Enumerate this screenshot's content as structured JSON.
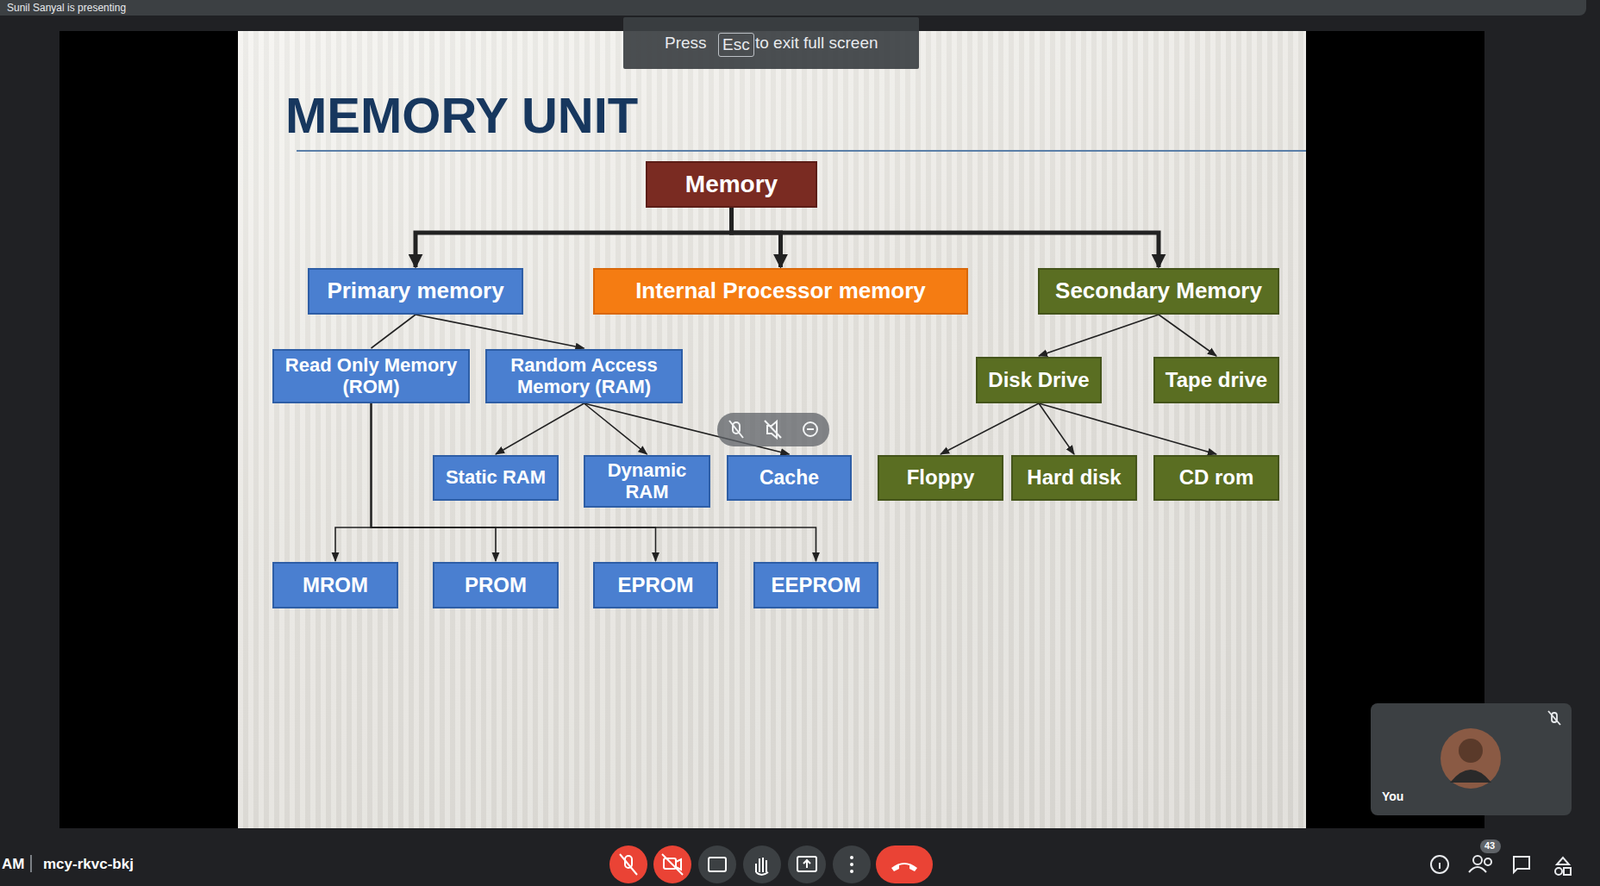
{
  "diagram": {
    "title": "MEMORY UNIT",
    "nodes": [
      {
        "text": [
          "Memory"
        ]
      },
      {
        "text": [
          "Primary memory"
        ]
      },
      {
        "text": [
          "Internal Processor memory"
        ]
      },
      {
        "text": [
          "Secondary Memory"
        ]
      },
      {
        "text": [
          "Read Only Memory (ROM)"
        ]
      },
      {
        "text": [
          "Random Access Memory (RAM)"
        ]
      },
      {
        "text": [
          "Disk Drive"
        ]
      },
      {
        "text": [
          "Tape drive"
        ]
      },
      {
        "text": [
          "Static RAM"
        ]
      },
      {
        "text": [
          "Dynamic RAM"
        ]
      },
      {
        "text": [
          "Cache"
        ]
      },
      {
        "text": [
          "Floppy"
        ]
      },
      {
        "text": [
          "Hard disk"
        ]
      },
      {
        "text": [
          "CD rom"
        ]
      },
      {
        "text": [
          "MROM"
        ]
      },
      {
        "text": [
          "PROM"
        ]
      },
      {
        "text": [
          "EPROM"
        ]
      },
      {
        "text": [
          "EEPROM"
        ]
      }
    ],
    "edges": [
      {
        "from": 0,
        "to": 1,
        "arrow": "to"
      },
      {
        "from": 0,
        "to": 2,
        "arrow": "to"
      },
      {
        "from": 0,
        "to": 3,
        "arrow": "to"
      },
      {
        "from": 1,
        "to": 4,
        "arrow": "none"
      },
      {
        "from": 1,
        "to": 5,
        "arrow": "to"
      },
      {
        "from": 3,
        "to": 6,
        "arrow": "to"
      },
      {
        "from": 3,
        "to": 7,
        "arrow": "to"
      },
      {
        "from": 5,
        "to": 8,
        "arrow": "to"
      },
      {
        "from": 5,
        "to": 9,
        "arrow": "to"
      },
      {
        "from": 5,
        "to": 10,
        "arrow": "to"
      },
      {
        "from": 6,
        "to": 11,
        "arrow": "to"
      },
      {
        "from": 6,
        "to": 12,
        "arrow": "to"
      },
      {
        "from": 6,
        "to": 13,
        "arrow": "to"
      },
      {
        "from": 4,
        "to": 14,
        "arrow": "to"
      },
      {
        "from": 4,
        "to": 15,
        "arrow": "to"
      },
      {
        "from": 4,
        "to": 16,
        "arrow": "to"
      },
      {
        "from": 4,
        "to": 17,
        "arrow": "to"
      }
    ],
    "labels": [
      "Sunil Sanyal is presenting",
      "Press",
      "Esc",
      "to exit full screen",
      "AM",
      "mcy-rkvc-bkj",
      "You",
      "43"
    ]
  }
}
